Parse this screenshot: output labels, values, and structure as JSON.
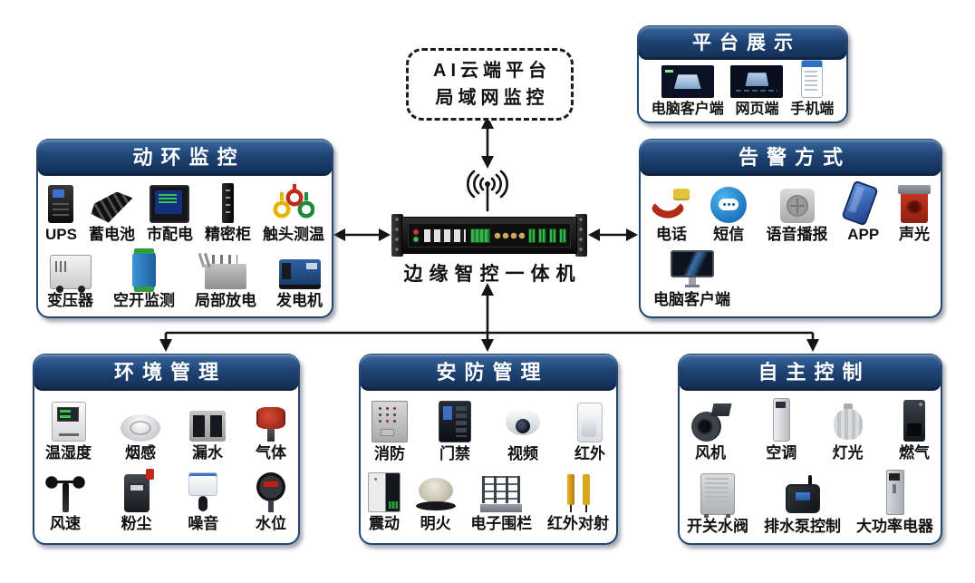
{
  "cloud": {
    "line1": "AI云端平台",
    "line2": "局域网监控"
  },
  "gateway": {
    "label": "边缘智控一体机",
    "icon": "rack-gateway",
    "wireless_icon": "antenna-signal"
  },
  "panels": {
    "platform": {
      "title": "平台展示",
      "items": [
        {
          "label": "电脑客户端",
          "icon": "pc-client-screenshot"
        },
        {
          "label": "网页端",
          "icon": "web-screenshot"
        },
        {
          "label": "手机端",
          "icon": "mobile-screenshot"
        }
      ]
    },
    "power_env": {
      "title": "动环监控",
      "rows": [
        [
          {
            "label": "UPS",
            "icon": "ups-tower"
          },
          {
            "label": "蓄电池",
            "icon": "battery-rails"
          },
          {
            "label": "市配电",
            "icon": "power-meter"
          },
          {
            "label": "精密柜",
            "icon": "precision-cabinet"
          },
          {
            "label": "触头测温",
            "icon": "contact-temp-clamps"
          }
        ],
        [
          {
            "label": "变压器",
            "icon": "transformer"
          },
          {
            "label": "空开监测",
            "icon": "breaker-monitor"
          },
          {
            "label": "局部放电",
            "icon": "partial-discharge"
          },
          {
            "label": "发电机",
            "icon": "generator"
          }
        ]
      ]
    },
    "alarm": {
      "title": "告警方式",
      "rows": [
        [
          {
            "label": "电话",
            "icon": "telephone"
          },
          {
            "label": "短信",
            "icon": "sms-bubble"
          },
          {
            "label": "语音播报",
            "icon": "voice-speaker"
          },
          {
            "label": "APP",
            "icon": "smartphone-app"
          },
          {
            "label": "声光",
            "icon": "sound-light-siren"
          }
        ],
        [
          {
            "label": "电脑客户端",
            "icon": "desktop-monitor"
          }
        ]
      ]
    },
    "environment": {
      "title": "环境管理",
      "rows": [
        [
          {
            "label": "温湿度",
            "icon": "temp-humidity-sensor"
          },
          {
            "label": "烟感",
            "icon": "smoke-detector"
          },
          {
            "label": "漏水",
            "icon": "water-leak-sensor"
          },
          {
            "label": "气体",
            "icon": "gas-detector"
          }
        ],
        [
          {
            "label": "风速",
            "icon": "wind-anemometer"
          },
          {
            "label": "粉尘",
            "icon": "dust-sensor"
          },
          {
            "label": "噪音",
            "icon": "noise-sensor"
          },
          {
            "label": "水位",
            "icon": "water-level-gauge"
          }
        ]
      ]
    },
    "security": {
      "title": "安防管理",
      "rows": [
        [
          {
            "label": "消防",
            "icon": "fire-control-cabinet"
          },
          {
            "label": "门禁",
            "icon": "access-control-keypad"
          },
          {
            "label": "视频",
            "icon": "dome-camera"
          },
          {
            "label": "红外",
            "icon": "pir-sensor"
          }
        ],
        [
          {
            "label": "震动",
            "icon": "vibration-sensor"
          },
          {
            "label": "明火",
            "icon": "flame-detector"
          },
          {
            "label": "电子围栏",
            "icon": "electric-fence"
          },
          {
            "label": "红外对射",
            "icon": "infrared-beam-barrier"
          }
        ]
      ]
    },
    "control": {
      "title": "自主控制",
      "rows": [
        [
          {
            "label": "风机",
            "icon": "fan-blower"
          },
          {
            "label": "空调",
            "icon": "air-conditioner"
          },
          {
            "label": "灯光",
            "icon": "light-bulb"
          },
          {
            "label": "燃气",
            "icon": "gas-controller"
          }
        ],
        [
          {
            "label": "开关水阀",
            "icon": "water-valve-switch"
          },
          {
            "label": "排水泵控制",
            "icon": "drain-pump-controller"
          },
          {
            "label": "大功率电器",
            "icon": "high-power-appliance"
          }
        ]
      ]
    }
  },
  "colors": {
    "header_bg_top": "#3a689f",
    "header_bg_bottom": "#132d52",
    "header_text": "#ffffff",
    "panel_border": "#23466f",
    "arrow": "#141414",
    "background": "#ffffff"
  }
}
